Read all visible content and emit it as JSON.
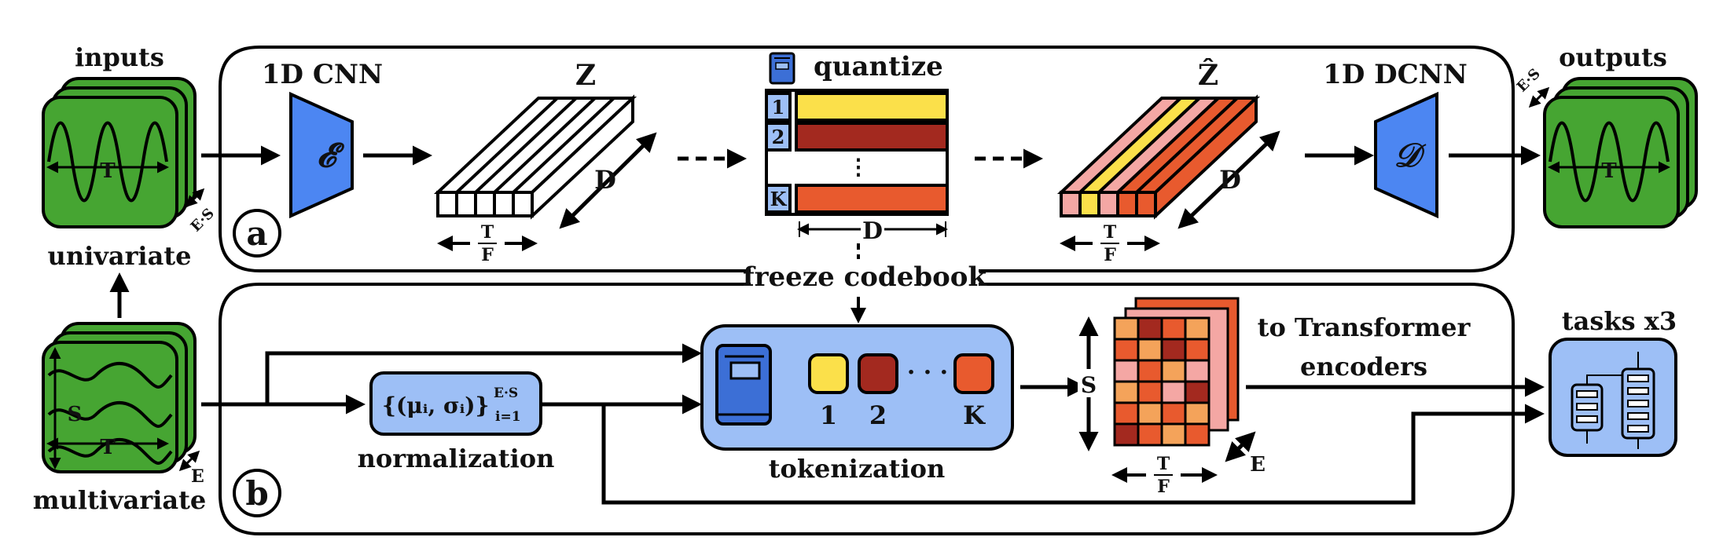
{
  "colors": {
    "green": "#46a532",
    "green_dark": "#1f5a12",
    "encoder_blue": "#4c86f2",
    "panel_blue": "#9dbff6",
    "yellow": "#fbe04a",
    "dark_red": "#a3291f",
    "orange": "#e85a2e",
    "pink": "#f4a7a4",
    "light_orange": "#f4a35a",
    "code_index_bg": "#9dbff6"
  },
  "labels": {
    "inputs": "inputs",
    "outputs": "outputs",
    "univariate": "univariate",
    "multivariate": "multivariate",
    "cnn": "1D CNN",
    "dcnn": "1D DCNN",
    "encoder_symbol": "𝓔",
    "decoder_symbol": "𝒟",
    "z": "Z",
    "z_hat": "Ẑ",
    "quantize": "quantize",
    "freeze_codebook": "freeze codebook",
    "normalization": "normalization",
    "norm_formula": "{(μᵢ, σᵢ)}",
    "norm_sup": "E·S",
    "norm_sub": "i=1",
    "tokenization": "tokenization",
    "to_transformer": "to Transformer",
    "encoders": "encoders",
    "tasks": "tasks x3",
    "panel_a": "a",
    "panel_b": "b",
    "T": "T",
    "F": "F",
    "D": "D",
    "S": "S",
    "E": "E",
    "ES": "E·S",
    "K": "K",
    "one": "1",
    "two": "2",
    "dots_h": "· · ·",
    "dots_v": "⋮"
  },
  "codebook_rows": [
    "1",
    "2",
    "⋮",
    "K"
  ]
}
